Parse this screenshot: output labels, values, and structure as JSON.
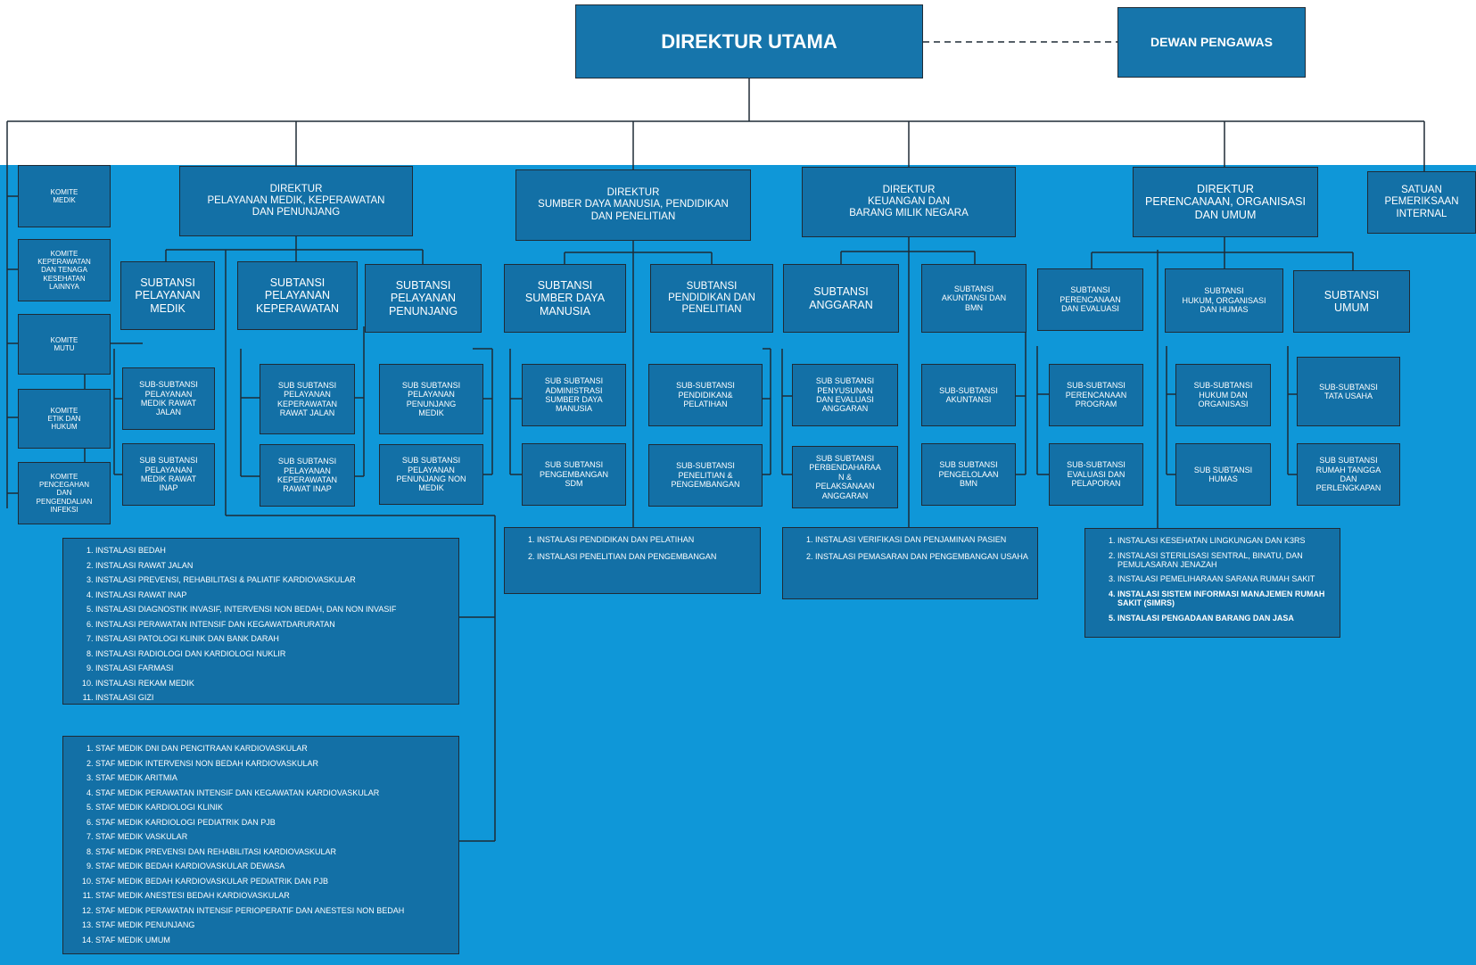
{
  "top": {
    "direktur_utama": "DIREKTUR UTAMA",
    "dewan_pengawas": "DEWAN PENGAWAS"
  },
  "komite": [
    "KOMITE\nMEDIK",
    "KOMITE\nKEPERAWATAN\nDAN TENAGA\nKESEHATAN\nLAINNYA",
    "KOMITE\nMUTU",
    "KOMITE\nETIK DAN\nHUKUM",
    "KOMITE\nPENCEGAHAN\nDAN\nPENGENDALIAN\nINFEKSI"
  ],
  "direktur": {
    "pelayanan": "DIREKTUR\nPELAYANAN MEDIK, KEPERAWATAN\nDAN PENUNJANG",
    "sdm": "DIREKTUR\nSUMBER DAYA MANUSIA, PENDIDIKAN\nDAN PENELITIAN",
    "keuangan": "DIREKTUR\nKEUANGAN DAN\nBARANG MILIK NEGARA",
    "perencanaan": "DIREKTUR\nPERENCANAAN, ORGANISASI\nDAN UMUM",
    "spi": "SATUAN\nPEMERIKSAAN\nINTERNAL"
  },
  "substansi": {
    "pelayanan_medik": "SUBTANSI\nPELAYANAN\nMEDIK",
    "pelayanan_keperawatan": "SUBTANSI\nPELAYANAN\nKEPERAWATAN",
    "pelayanan_penunjang": "SUBTANSI\nPELAYANAN\nPENUNJANG",
    "sdm": "SUBTANSI\nSUMBER DAYA\nMANUSIA",
    "pendidikan": "SUBTANSI\nPENDIDIKAN DAN\nPENELITIAN",
    "anggaran": "SUBTANSI\nANGGARAN",
    "akuntansi": "SUBTANSI\nAKUNTANSI DAN\nBMN",
    "perencanaan": "SUBTANSI\nPERENCANAAN\nDAN EVALUASI",
    "hukum": "SUBTANSI\nHUKUM, ORGANISASI\nDAN HUMAS",
    "umum": "SUBTANSI\nUMUM"
  },
  "sub_substansi": {
    "medik_rawat_jalan": "SUB-SUBTANSI\nPELAYANAN\nMEDIK RAWAT\nJALAN",
    "medik_rawat_inap": "SUB SUBTANSI\nPELAYANAN\nMEDIK RAWAT\nINAP",
    "kep_rawat_jalan": "SUB SUBTANSI\nPELAYANAN\nKEPERAWATAN\nRAWAT JALAN",
    "kep_rawat_inap": "SUB SUBTANSI\nPELAYANAN\nKEPERAWATAN\nRAWAT INAP",
    "penunjang_medik": "SUB SUBTANSI\nPELAYANAN\nPENUNJANG\nMEDIK",
    "penunjang_non_medik": "SUB SUBTANSI\nPELAYANAN\nPENUNJANG NON\nMEDIK",
    "administrasi_sdm": "SUB SUBTANSI\nADMINISTRASI\nSUMBER DAYA\nMANUSIA",
    "pengembangan_sdm": "SUB SUBTANSI\nPENGEMBANGAN\nSDM",
    "pendidikan_pelatihan": "SUB-SUBTANSI\nPENDIDIKAN&\nPELATIHAN",
    "penelitian_pengembangan": "SUB-SUBTANSI\nPENELITIAN &\nPENGEMBANGAN",
    "penyusunan_anggaran": "SUB SUBTANSI\nPENYUSUNAN\nDAN EVALUASI\nANGGARAN",
    "perbendaharaan": "SUB SUBTANSI\nPERBENDAHARAA\nN &\nPELAKSANAAN\nANGGARAN",
    "sub_akuntansi": "SUB-SUBTANSI\nAKUNTANSI",
    "pengelolaan_bmn": "SUB SUBTANSI\nPENGELOLAAN\nBMN",
    "perencanaan_program": "SUB-SUBTANSI\nPERENCANAAN\nPROGRAM",
    "evaluasi_pelaporan": "SUB-SUBTANSI\nEVALUASI DAN\nPELAPORAN",
    "hukum_organisasi": "SUB-SUBTANSI\nHUKUM DAN\nORGANISASI",
    "humas": "SUB SUBTANSI\nHUMAS",
    "tata_usaha": "SUB-SUBTANSI\nTATA USAHA",
    "rumah_tangga": "SUB SUBTANSI\nRUMAH TANGGA\nDAN\nPERLENGKAPAN"
  },
  "instalasi_pelayanan": [
    "INSTALASI BEDAH",
    "INSTALASI RAWAT JALAN",
    "INSTALASI PREVENSI, REHABILITASI & PALIATIF KARDIOVASKULAR",
    "INSTALASI RAWAT INAP",
    "INSTALASI DIAGNOSTIK INVASIF, INTERVENSI NON BEDAH, DAN NON INVASIF",
    "INSTALASI PERAWATAN INTENSIF DAN KEGAWATDARURATAN",
    "INSTALASI PATOLOGI KLINIK DAN BANK DARAH",
    "INSTALASI RADIOLOGI DAN KARDIOLOGI NUKLIR",
    "INSTALASI FARMASI",
    "INSTALASI REKAM MEDIK",
    "INSTALASI GIZI"
  ],
  "staf_medik": [
    "STAF MEDIK DNI DAN PENCITRAAN KARDIOVASKULAR",
    "STAF MEDIK INTERVENSI NON BEDAH KARDIOVASKULAR",
    "STAF MEDIK ARITMIA",
    "STAF MEDIK PERAWATAN INTENSIF DAN KEGAWATAN KARDIOVASKULAR",
    "STAF MEDIK KARDIOLOGI KLINIK",
    "STAF MEDIK KARDIOLOGI PEDIATRIK DAN PJB",
    "STAF MEDIK VASKULAR",
    "STAF MEDIK PREVENSI DAN REHABILITASI KARDIOVASKULAR",
    "STAF MEDIK BEDAH KARDIOVASKULAR DEWASA",
    "STAF MEDIK BEDAH KARDIOVASKULAR PEDIATRIK DAN PJB",
    "STAF MEDIK ANESTESI BEDAH KARDIOVASKULAR",
    "STAF MEDIK PERAWATAN INTENSIF PERIOPERATIF DAN ANESTESI NON BEDAH",
    "STAF MEDIK PENUNJANG",
    "STAF MEDIK UMUM"
  ],
  "instalasi_sdm": [
    "INSTALASI PENDIDIKAN DAN PELATIHAN",
    "INSTALASI PENELITIAN DAN PENGEMBANGAN"
  ],
  "instalasi_keuangan": [
    "INSTALASI VERIFIKASI DAN PENJAMINAN PASIEN",
    "INSTALASI PEMASARAN DAN PENGEMBANGAN USAHA"
  ],
  "instalasi_perencanaan": [
    "INSTALASI KESEHATAN LINGKUNGAN DAN K3RS",
    "INSTALASI STERILISASI SENTRAL, BINATU, DAN PEMULASARAN JENAZAH",
    "INSTALASI PEMELIHARAAN SARANA RUMAH SAKIT",
    "INSTALASI SISTEM INFORMASI MANAJEMEN RUMAH SAKIT (SIMRS)",
    "INSTALASI PENGADAAN BARANG DAN JASA"
  ]
}
